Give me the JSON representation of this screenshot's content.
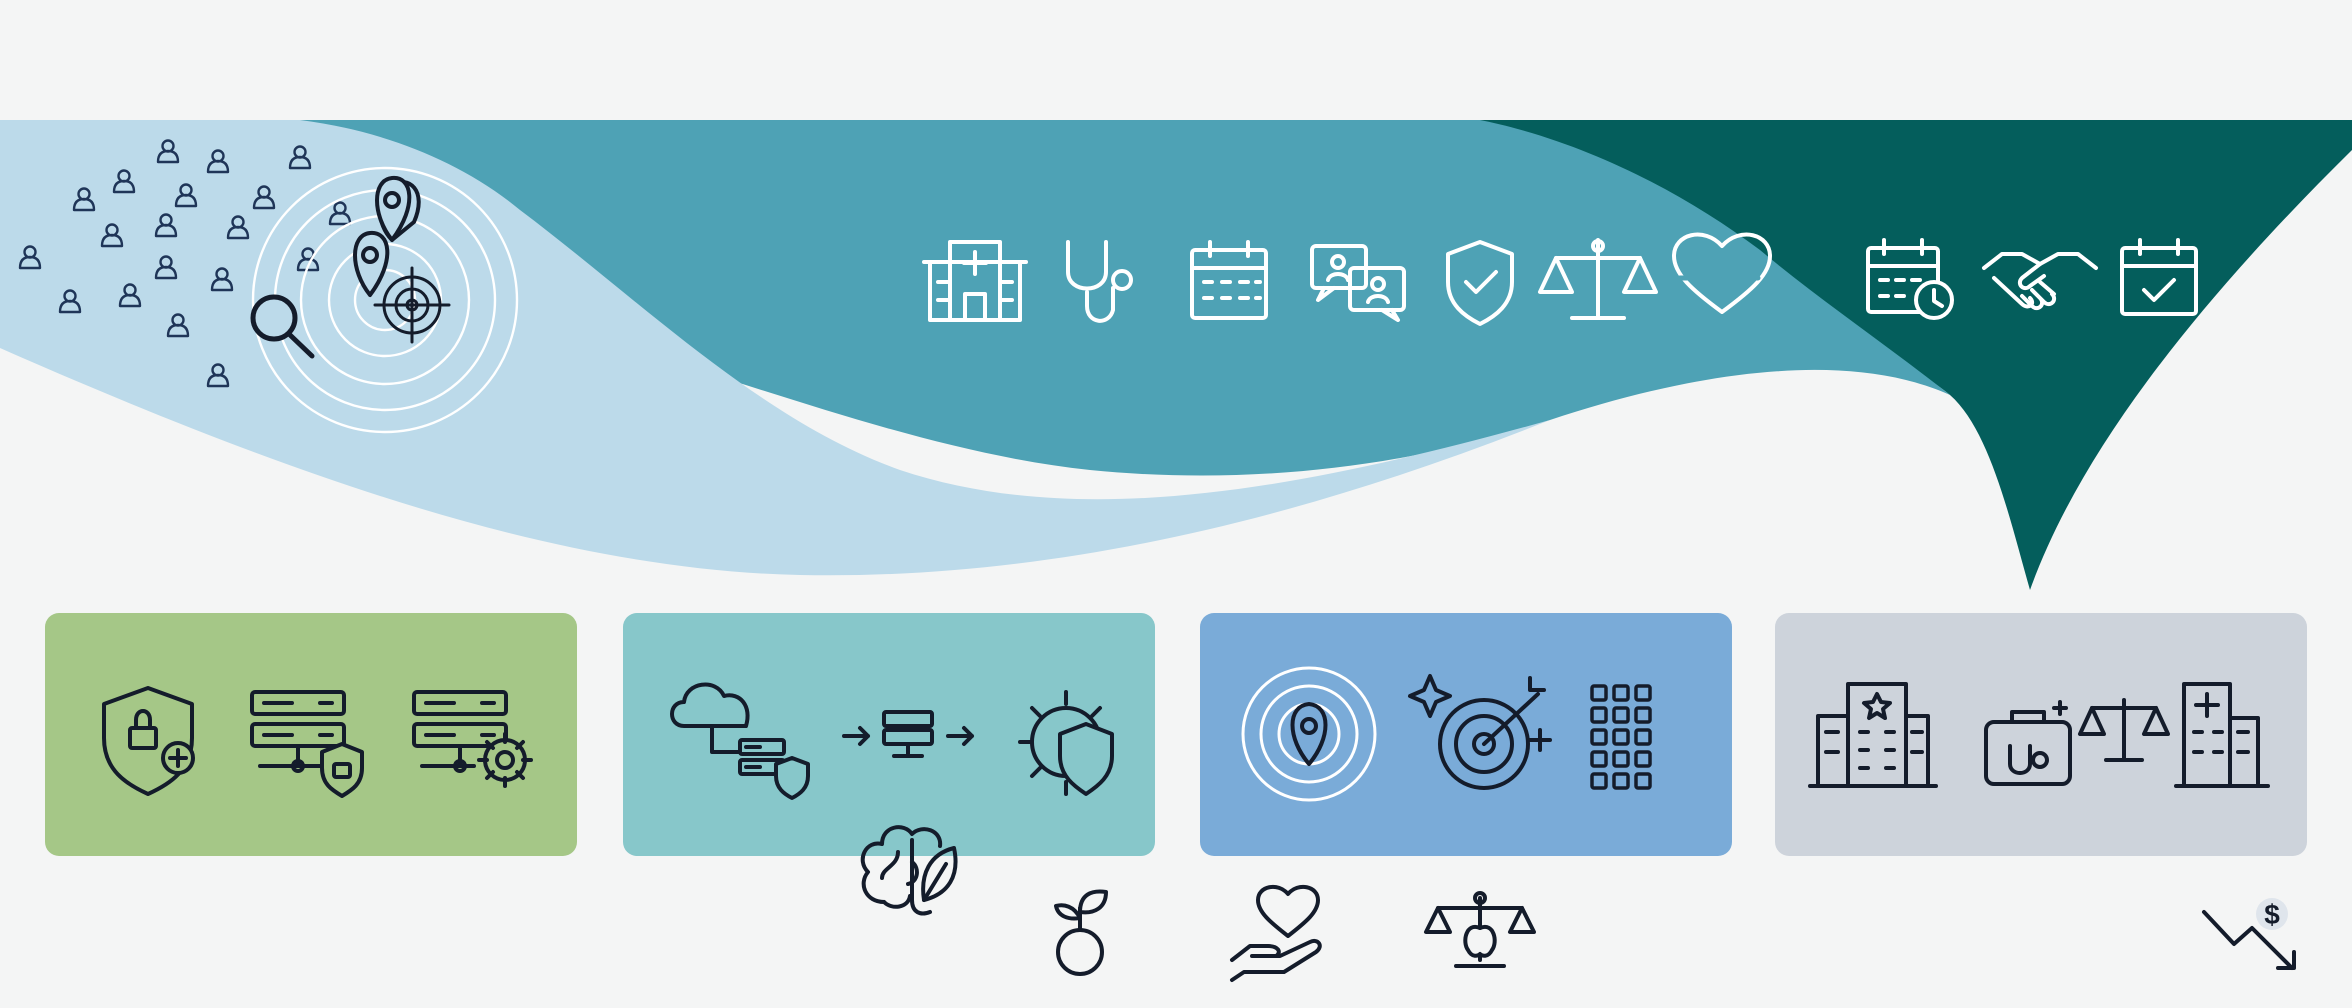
{
  "palette": {
    "background": "#f4f5f5",
    "band_light": "#bcdaea",
    "band_teal": "#4ea2b5",
    "band_dark": "#045e5c",
    "card_green": "#a5c787",
    "card_teal": "#87c7ca",
    "card_blue": "#7aabd8",
    "card_gray": "#cdd3db",
    "icon_dark": "#141c2b",
    "icon_white": "#ffffff",
    "icon_navy": "#1f3558"
  },
  "band": {
    "discovery_icons": [
      "people-cluster-icon",
      "location-pin-icon",
      "search-icon",
      "target-icon",
      "radar-rings-icon"
    ],
    "care_icons": [
      "hospital-icon",
      "stethoscope-icon",
      "calendar-icon",
      "chat-users-icon",
      "shield-check-icon",
      "scales-icon",
      "heart-pulse-icon"
    ],
    "retention_icons": [
      "calendar-clock-icon",
      "handshake-icon",
      "calendar-check-icon"
    ]
  },
  "cards": [
    {
      "name": "security-infrastructure-card",
      "color": "#a5c787",
      "icons": [
        "shield-lock-plus-icon",
        "server-lock-icon",
        "server-gear-icon"
      ]
    },
    {
      "name": "cloud-integration-card",
      "color": "#87c7ca",
      "icons": [
        "cloud-server-shield-icon",
        "data-flow-icon",
        "gear-shield-icon"
      ]
    },
    {
      "name": "targeting-card",
      "color": "#7aabd8",
      "icons": [
        "pin-radar-icon",
        "target-arrow-icon",
        "grid-icon"
      ]
    },
    {
      "name": "facilities-card",
      "color": "#cdd3db",
      "icons": [
        "hospital-star-icon",
        "medical-bag-icon",
        "scales-icon",
        "hospital-cross-icon"
      ]
    }
  ],
  "bottom_icons": [
    "brain-leaf-icon",
    "apple-sprout-icon",
    "hand-heart-icon",
    "scales-apple-icon"
  ],
  "cost_icon": "dollar-trend-down-icon"
}
